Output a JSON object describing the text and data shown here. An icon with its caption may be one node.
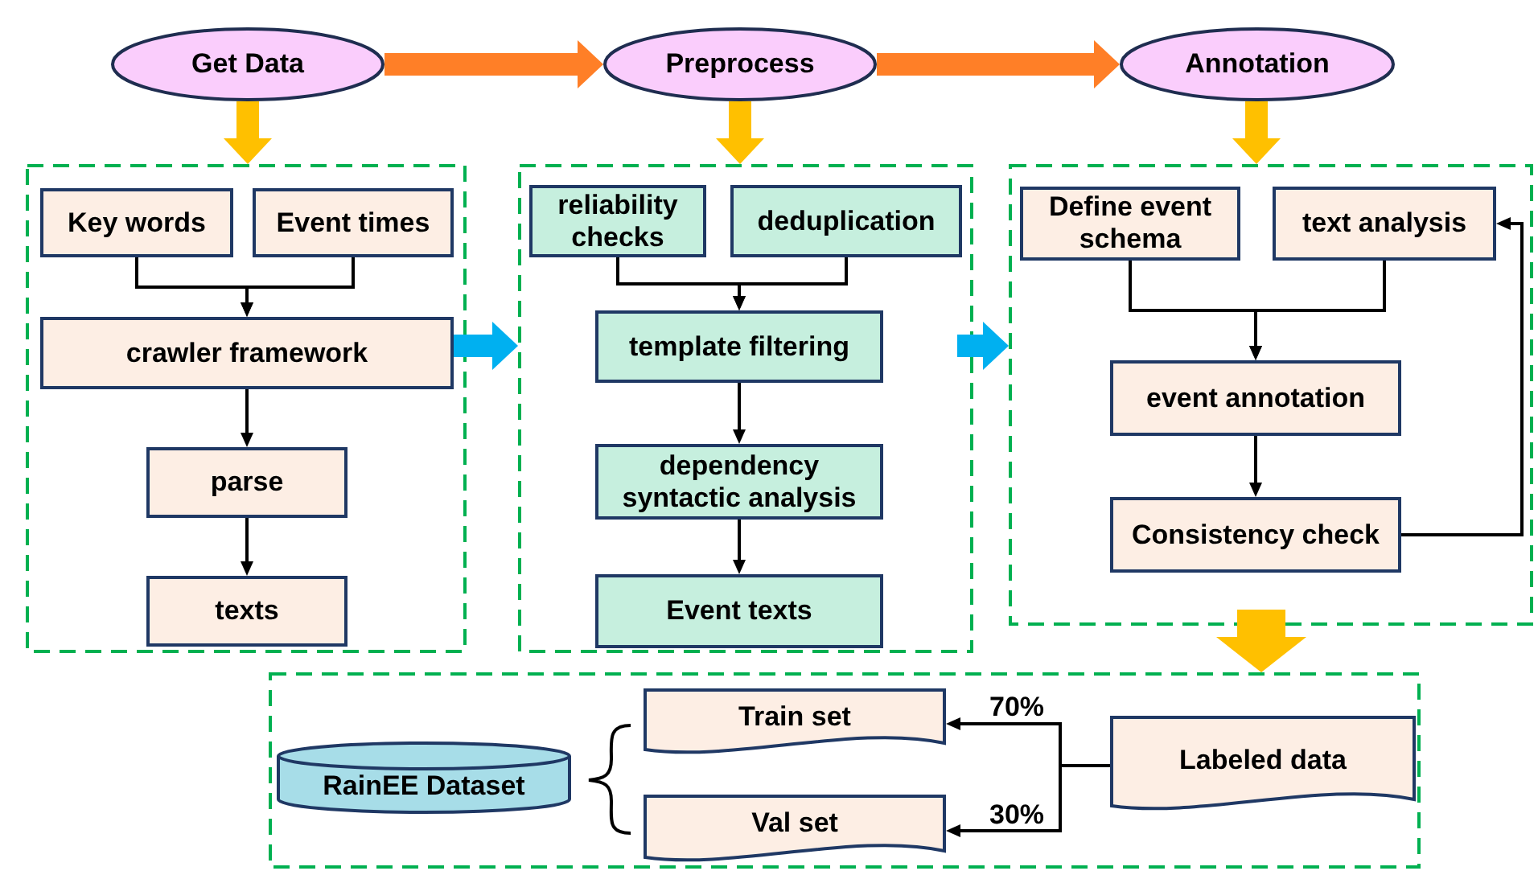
{
  "diagram": {
    "nodes": [
      {
        "text": [
          "Get Data"
        ]
      },
      {
        "text": [
          "Preprocess"
        ]
      },
      {
        "text": [
          "Annotation"
        ]
      },
      {
        "text": [],
        "shape": "box"
      },
      {
        "text": [
          "Key words"
        ],
        "in": 3
      },
      {
        "text": [
          "Event times"
        ],
        "in": 3
      },
      {
        "text": [
          "crawler framework"
        ],
        "in": 3
      },
      {
        "text": [
          "parse"
        ],
        "in": 3
      },
      {
        "text": [
          "texts"
        ],
        "in": 3
      },
      {
        "text": [],
        "shape": "box"
      },
      {
        "text": [
          "reliability checks"
        ],
        "in": 9
      },
      {
        "text": [
          "deduplication"
        ],
        "in": 9
      },
      {
        "text": [
          "template filtering"
        ],
        "in": 9
      },
      {
        "text": [
          "dependency syntactic analysis"
        ],
        "in": 9
      },
      {
        "text": [
          "Event texts"
        ],
        "in": 9
      },
      {
        "text": [],
        "shape": "box"
      },
      {
        "text": [
          "Define event schema"
        ],
        "in": 15
      },
      {
        "text": [
          "text analysis"
        ],
        "in": 15
      },
      {
        "text": [
          "event annotation"
        ],
        "in": 15
      },
      {
        "text": [
          "Consistency check"
        ],
        "in": 15
      },
      {
        "text": [],
        "shape": "box"
      },
      {
        "text": [
          "RainEE Dataset"
        ],
        "in": 20
      },
      {
        "text": [
          "Train set"
        ],
        "in": 20
      },
      {
        "text": [
          "Val set"
        ],
        "in": 20
      },
      {
        "text": [
          "Labeled data"
        ],
        "in": 20
      }
    ],
    "edges": [
      {
        "from": 0,
        "to": 1,
        "arrow": "to",
        "style": "thick",
        "color": "#ff7f27"
      },
      {
        "from": 1,
        "to": 2,
        "arrow": "to",
        "style": "thick",
        "color": "#ff7f27"
      },
      {
        "from": 0,
        "to": 3,
        "arrow": "to",
        "style": "thick",
        "color": "#ffc000"
      },
      {
        "from": 1,
        "to": 9,
        "arrow": "to",
        "style": "thick",
        "color": "#ffc000"
      },
      {
        "from": 2,
        "to": 15,
        "arrow": "to",
        "style": "thick",
        "color": "#ffc000"
      },
      {
        "from": 3,
        "to": 9,
        "arrow": "to",
        "style": "thick",
        "color": "#00b0f0"
      },
      {
        "from": 9,
        "to": 15,
        "arrow": "to",
        "style": "thick",
        "color": "#00b0f0"
      },
      {
        "from": 15,
        "to": 20,
        "arrow": "to",
        "style": "thick",
        "color": "#ffc000"
      },
      {
        "from": 4,
        "to": 6,
        "arrow": "to"
      },
      {
        "from": 5,
        "to": 6,
        "arrow": "to"
      },
      {
        "from": 6,
        "to": 7,
        "arrow": "to"
      },
      {
        "from": 7,
        "to": 8,
        "arrow": "to"
      },
      {
        "from": 10,
        "to": 12,
        "arrow": "to"
      },
      {
        "from": 11,
        "to": 12,
        "arrow": "to"
      },
      {
        "from": 12,
        "to": 13,
        "arrow": "to"
      },
      {
        "from": 13,
        "to": 14,
        "arrow": "to"
      },
      {
        "from": 16,
        "to": 18,
        "arrow": "to"
      },
      {
        "from": 17,
        "to": 18,
        "arrow": "to"
      },
      {
        "from": 18,
        "to": 19,
        "arrow": "to"
      },
      {
        "from": 19,
        "to": 17,
        "arrow": "to"
      },
      {
        "from": 24,
        "to": 22,
        "arrow": "to",
        "label": "70%"
      },
      {
        "from": 24,
        "to": 23,
        "arrow": "to",
        "label": "30%"
      }
    ]
  }
}
